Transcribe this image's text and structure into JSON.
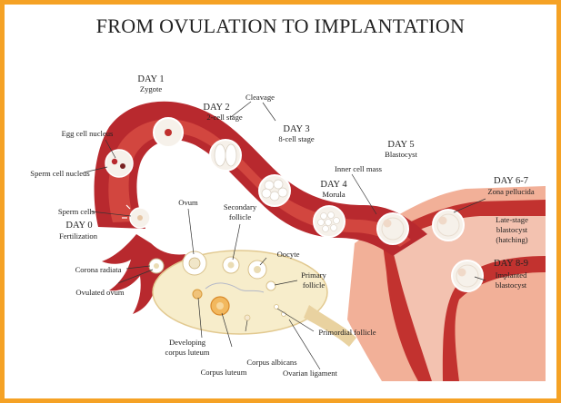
{
  "title": "FROM OVULATION TO IMPLANTATION",
  "colors": {
    "border": "#f5a225",
    "tube_dark": "#b8292e",
    "tube_light": "#d2463f",
    "tube_pale": "#e89a86",
    "uterus_wall": "#f2b098",
    "ovary": "#f7edcb",
    "cell_fill": "#f6f1ea"
  },
  "labels": {
    "day1": "DAY 1",
    "zygote": "Zygote",
    "cleavage": "Cleavage",
    "day2": "DAY 2",
    "two_cell": "2-cell stage",
    "day3": "DAY 3",
    "eight_cell": "8-cell stage",
    "egg_nucleus": "Egg cell nucleus",
    "sperm_nucleus": "Sperm cell nucleus",
    "sperm_cells": "Sperm cells",
    "day0": "DAY 0",
    "fertilization": "Fertilization",
    "ovum": "Ovum",
    "secondary_follicle_1": "Secondary",
    "secondary_follicle_2": "follicle",
    "day4": "DAY 4",
    "morula": "Morula",
    "inner_cell_mass": "Inner cell mass",
    "day5": "DAY 5",
    "blastocyst": "Blastocyst",
    "day67": "DAY 6-7",
    "zona_pellucida": "Zona pellucida",
    "late_stage_1": "Late-stage",
    "late_stage_2": "blastocyst",
    "late_stage_3": "(hatching)",
    "oocyte": "Oocyte",
    "primary_follicle_1": "Primary",
    "primary_follicle_2": "follicle",
    "day89": "DAY 8-9",
    "implanted_1": "Implanted",
    "implanted_2": "blastocyst",
    "corona_radiata": "Corona radiata",
    "ovulated_ovum": "Ovulated ovum",
    "primordial_follicle": "Primordial follicle",
    "developing_cl_1": "Developing",
    "developing_cl_2": "corpus luteum",
    "corpus_albicans": "Corpus albicans",
    "corpus_luteum": "Corpus luteum",
    "ovarian_ligament": "Ovarian ligament"
  }
}
